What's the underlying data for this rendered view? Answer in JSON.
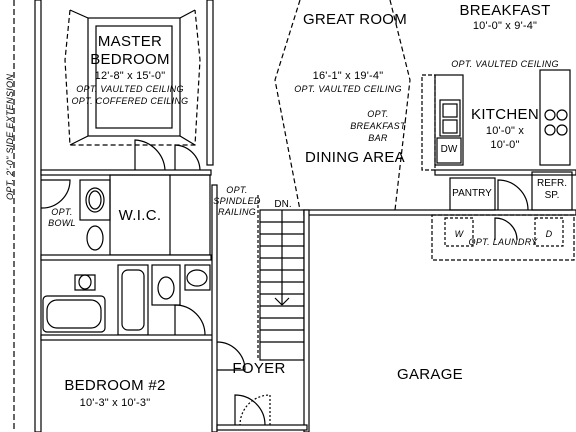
{
  "rooms": {
    "master": {
      "name_line1": "MASTER",
      "name_line2": "BEDROOM",
      "dims": "12'-8\" x 15'-0\"",
      "note1": "OPT. VAULTED CEILING",
      "note2": "OPT. COFFERED CEILING"
    },
    "great_room": {
      "name": "GREAT ROOM",
      "dims": "16'-1\" x 19'-4\"",
      "note": "OPT. VAULTED CEILING"
    },
    "breakfast": {
      "name": "BREAKFAST",
      "dims": "10'-0\" x 9'-4\"",
      "note": "OPT. VAULTED CEILING"
    },
    "kitchen": {
      "name": "KITCHEN",
      "dims_line1": "10'-0\" x",
      "dims_line2": "10'-0\""
    },
    "dining": {
      "name": "DINING AREA"
    },
    "wic": {
      "name": "W.I.C."
    },
    "bedroom2": {
      "name": "BEDROOM #2",
      "dims": "10'-3\" x 10'-3\""
    },
    "foyer": {
      "name": "FOYER"
    },
    "garage": {
      "name": "GARAGE"
    },
    "pantry": {
      "name": "PANTRY"
    },
    "refr": {
      "line1": "REFR.",
      "line2": "SP."
    }
  },
  "notes": {
    "breakfast_bar": [
      "OPT.",
      "BREAKFAST",
      "BAR"
    ],
    "spindled_railing": [
      "OPT.",
      "SPINDLED",
      "RAILING"
    ],
    "down": "DN.",
    "dw": "DW",
    "washer": "W",
    "dryer": "D",
    "laundry": "OPT. LAUNDRY",
    "bowl": [
      "OPT.",
      "BOWL"
    ],
    "side_extension": "OPT. 2'-0\" SIDE EXTENSION"
  }
}
